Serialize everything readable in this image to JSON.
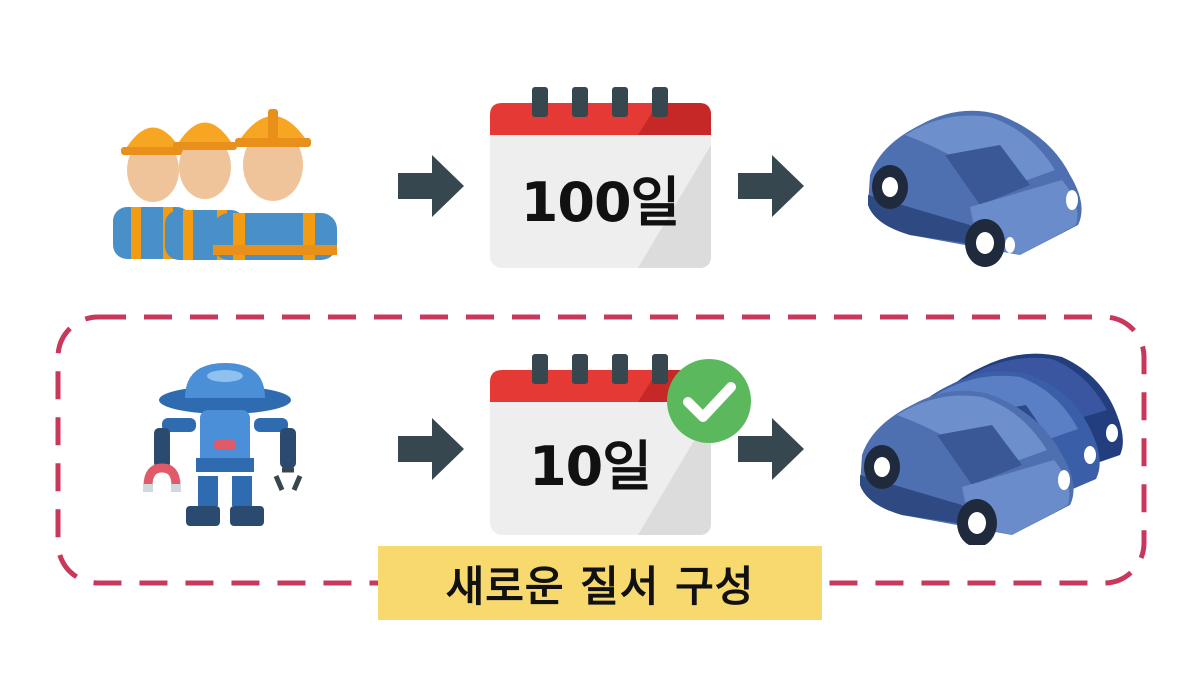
{
  "row1": {
    "duration_label": "100일"
  },
  "row2": {
    "duration_label": "10일"
  },
  "caption": "새로운 질서 구성",
  "colors": {
    "dash_border": "#c8385c",
    "arrow": "#37474f",
    "calendar_red": "#e53935",
    "check_green": "#5cb85c",
    "caption_bg": "#f7d96e",
    "car_blue": "#5b7fc0"
  },
  "icons": [
    "workers-icon",
    "robot-icon",
    "calendar-icon",
    "arrow-right-icon",
    "car-icon",
    "check-icon"
  ]
}
